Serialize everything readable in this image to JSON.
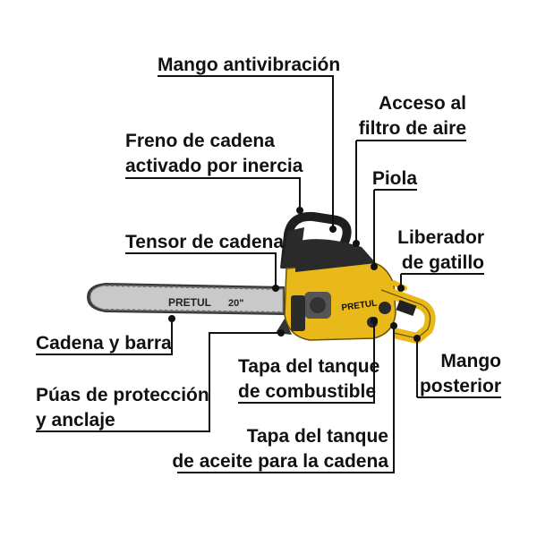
{
  "labels": {
    "mango_antivibracion": "Mango antivibración",
    "acceso_filtro_1": "Acceso al",
    "acceso_filtro_2": "filtro de aire",
    "freno_1": "Freno de cadena",
    "freno_2": "activado por inercia",
    "piola": "Piola",
    "tensor": "Tensor de cadena",
    "liberador_1": "Liberador",
    "liberador_2": "de gatillo",
    "cadena_barra": "Cadena y barra",
    "mango_posterior_1": "Mango",
    "mango_posterior_2": "posterior",
    "tapa_comb_1": "Tapa del tanque",
    "tapa_comb_2": "de combustible",
    "puas_1": "Púas de protección",
    "puas_2": "y anclaje",
    "tapa_aceite_1": "Tapa del tanque",
    "tapa_aceite_2": "de aceite para la cadena"
  },
  "product": {
    "brand_bar": "PRETUL",
    "bar_size": "20\"",
    "brand_body": "PRETUL",
    "colors": {
      "body": "#e9b919",
      "dark": "#1f1f1f",
      "bar": "#c9c9c9"
    }
  }
}
